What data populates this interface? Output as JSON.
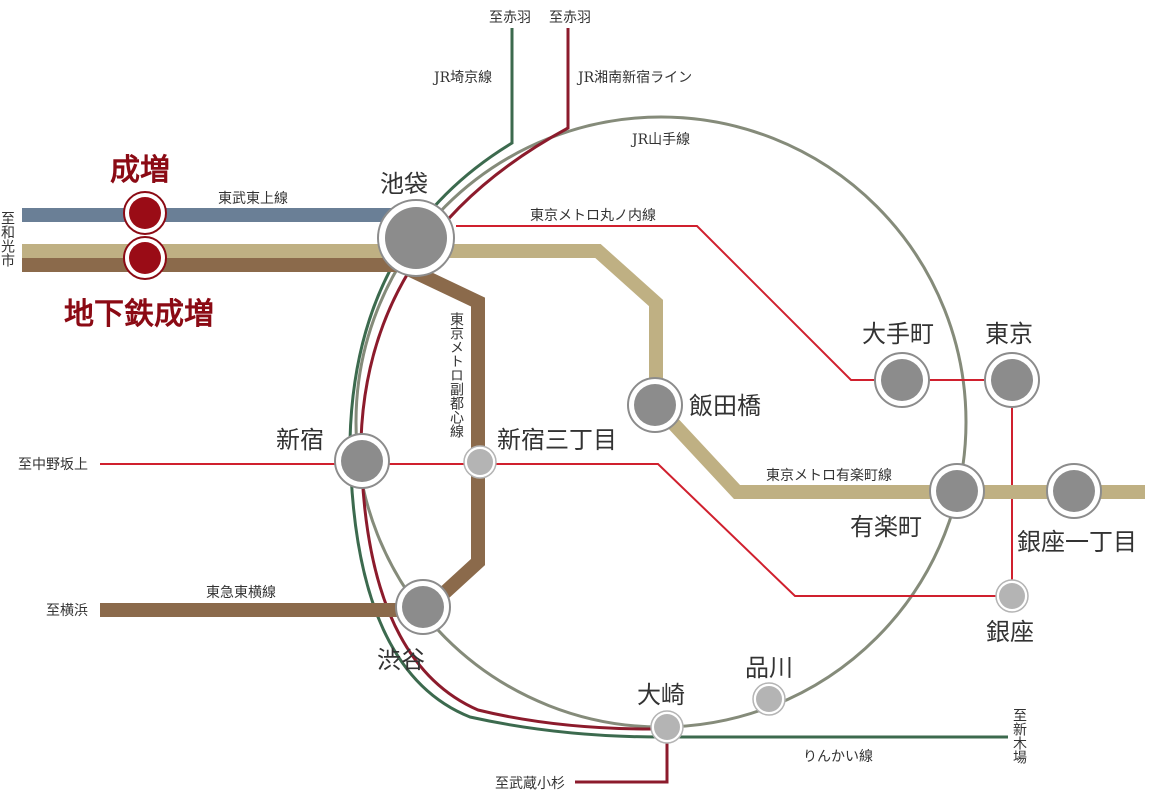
{
  "colors": {
    "yamanote": "#858b7a",
    "saikyo": "#3c6a4e",
    "shonan": "#8c1b2c",
    "tobu_tojo": "#6a7f96",
    "yurakucho": "#bfb083",
    "fukutoshin": "#8b6a4b",
    "marunouchi_red": "#d0202e",
    "highlight": "#8b0a14",
    "station_gray": "#8c8c8c",
    "station_small": "#b4b4b4"
  },
  "highlight_stations": {
    "narimasu": "成増",
    "chikatetsu_narimasu": "地下鉄成増"
  },
  "stations": {
    "ikebukuro": "池袋",
    "shinjuku": "新宿",
    "shibuya": "渋谷",
    "shinjuku_sanchome": "新宿三丁目",
    "iidabashi": "飯田橋",
    "otemachi": "大手町",
    "tokyo": "東京",
    "yurakucho": "有楽町",
    "ginza_itchome": "銀座一丁目",
    "ginza": "銀座",
    "osaki": "大崎",
    "shinagawa": "品川"
  },
  "lines": {
    "tobu_tojo": "東武東上線",
    "marunouchi": "東京メトロ丸ノ内線",
    "fukutoshin": "東京メトロ副都心線",
    "yurakucho": "東京メトロ有楽町線",
    "toyoko": "東急東横線",
    "yamanote": "JR山手線",
    "saikyo": "JR埼京線",
    "shonan": "JR湘南新宿ライン",
    "rinkai": "りんかい線"
  },
  "destinations": {
    "akabane_1": "至赤羽",
    "akabane_2": "至赤羽",
    "wakoshi": "至和光市",
    "nakano_sakaue": "至中野坂上",
    "yokohama": "至横浜",
    "musashikosugi": "至武蔵小杉",
    "shinkiba": "至新木場"
  }
}
